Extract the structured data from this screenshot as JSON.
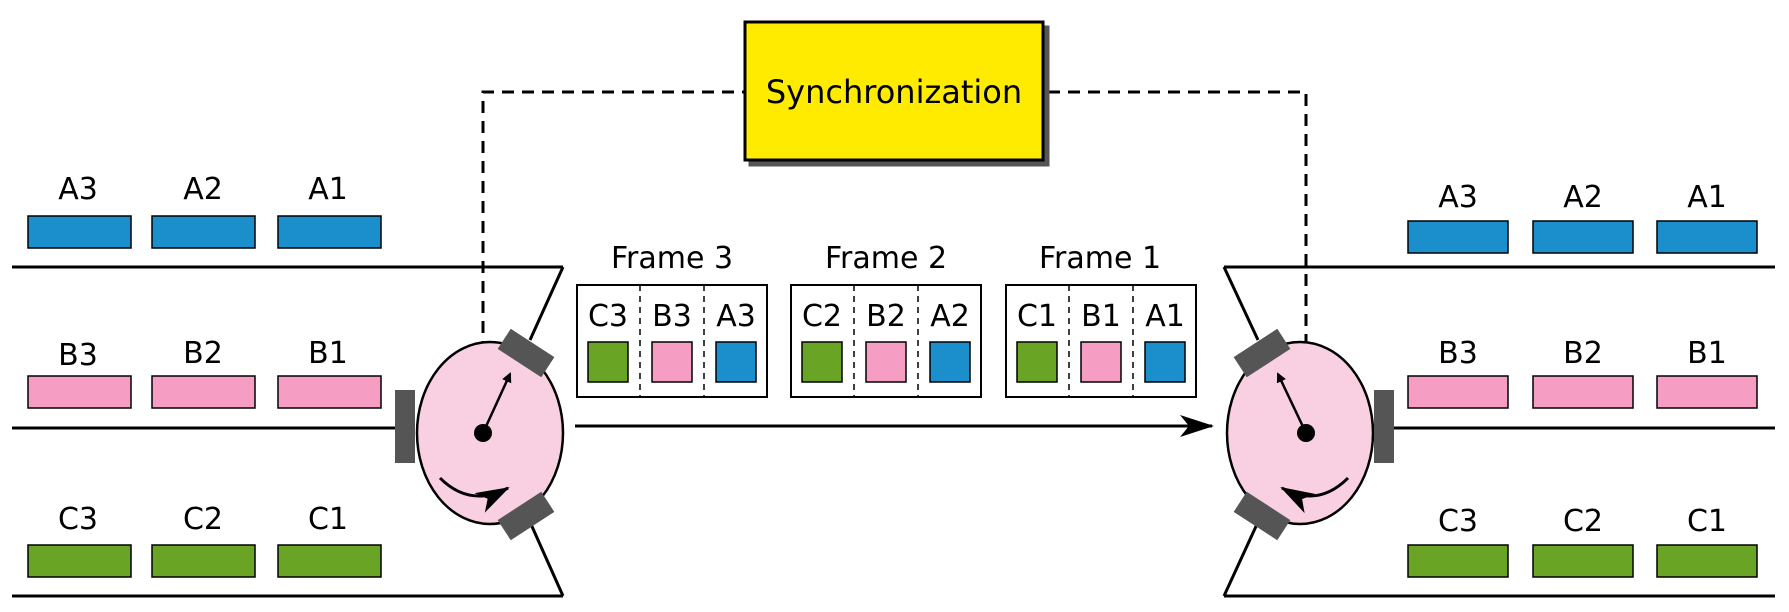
{
  "colors": {
    "line_A": "#1a8fcc",
    "line_B": "#f59dc3",
    "line_C": "#6aa424",
    "rotor": "#f9cfe2",
    "sync_fill": "#ffeb00",
    "contact": "#555555"
  },
  "sync": {
    "label": "Synchronization"
  },
  "left_inputs": [
    {
      "line": "A",
      "slots": [
        "A3",
        "A2",
        "A1"
      ]
    },
    {
      "line": "B",
      "slots": [
        "B3",
        "B2",
        "B1"
      ]
    },
    {
      "line": "C",
      "slots": [
        "C3",
        "C2",
        "C1"
      ]
    }
  ],
  "right_outputs": [
    {
      "line": "A",
      "slots": [
        "A3",
        "A2",
        "A1"
      ]
    },
    {
      "line": "B",
      "slots": [
        "B3",
        "B2",
        "B1"
      ]
    },
    {
      "line": "C",
      "slots": [
        "C3",
        "C2",
        "C1"
      ]
    }
  ],
  "frames": [
    {
      "label": "Frame 3",
      "slots": [
        {
          "text": "C3",
          "line": "C"
        },
        {
          "text": "B3",
          "line": "B"
        },
        {
          "text": "A3",
          "line": "A"
        }
      ]
    },
    {
      "label": "Frame 2",
      "slots": [
        {
          "text": "C2",
          "line": "C"
        },
        {
          "text": "B2",
          "line": "B"
        },
        {
          "text": "A2",
          "line": "A"
        }
      ]
    },
    {
      "label": "Frame 1",
      "slots": [
        {
          "text": "C1",
          "line": "C"
        },
        {
          "text": "B1",
          "line": "B"
        },
        {
          "text": "A1",
          "line": "A"
        }
      ]
    }
  ]
}
